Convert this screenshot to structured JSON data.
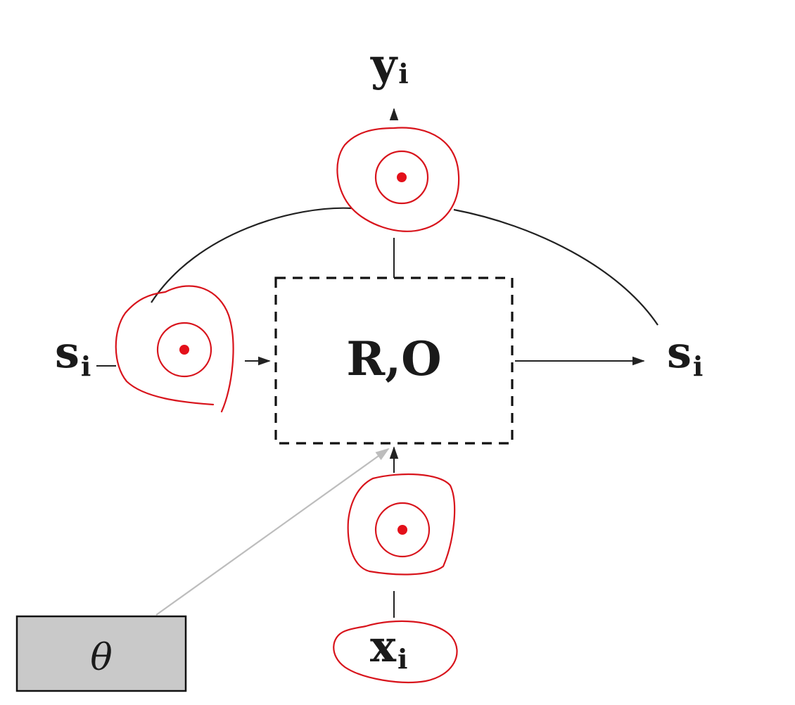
{
  "labels": {
    "output": {
      "base": "y",
      "sub": "i"
    },
    "state_in": {
      "base": "s",
      "sub": "i"
    },
    "state_out": {
      "base": "s",
      "sub": "i"
    },
    "input": {
      "base": "x",
      "sub": "i"
    },
    "block": "R,O",
    "params": "θ"
  },
  "colors": {
    "ink": "#222222",
    "annotation": "#d8141c",
    "param_box_fill": "#c9c9c9",
    "param_arrow": "#bdbdbd"
  },
  "annotations": [
    {
      "target": "output-connection",
      "mark": "circled-dot"
    },
    {
      "target": "state-in-connection",
      "mark": "circled-dot"
    },
    {
      "target": "input-connection",
      "mark": "circled-dot"
    },
    {
      "target": "input-label",
      "mark": "loop"
    }
  ]
}
